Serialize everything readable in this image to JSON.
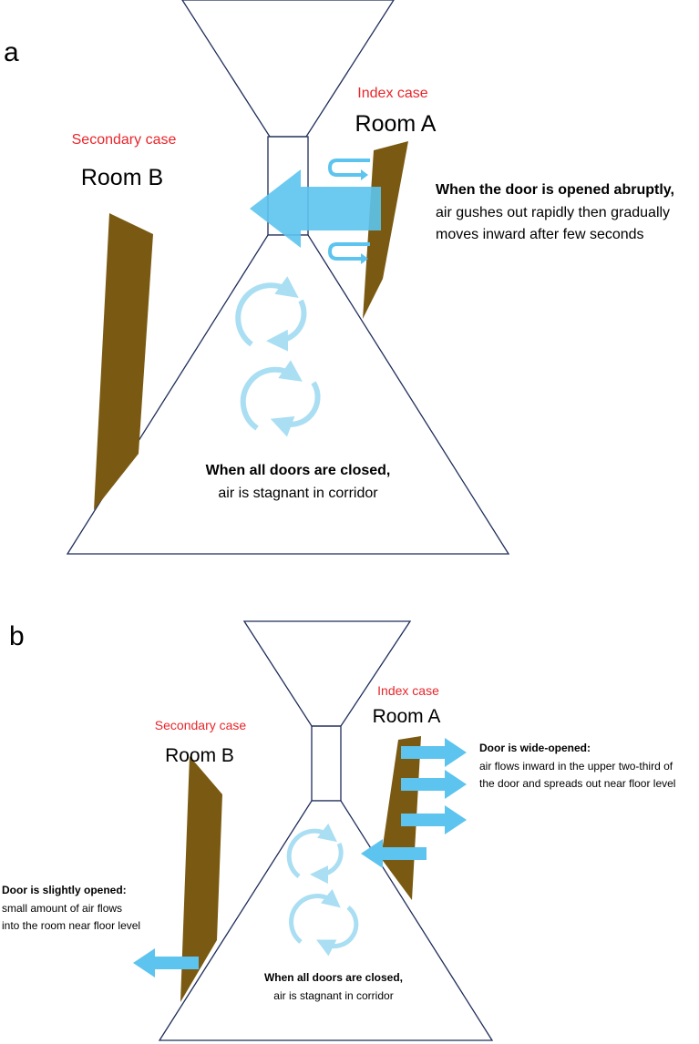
{
  "panel_a": {
    "letter": "a",
    "index_case": "Index case",
    "room_a": "Room A",
    "secondary_case": "Secondary case",
    "room_b": "Room B",
    "door_note": {
      "bold": "When the door is opened abruptly,",
      "line1": "air gushes out rapidly then gradually",
      "line2": "moves inward after few seconds"
    },
    "corridor_note": {
      "bold": "When all doors are closed,",
      "line1": "air is stagnant in corridor"
    }
  },
  "panel_b": {
    "letter": "b",
    "index_case": "Index case",
    "room_a": "Room A",
    "secondary_case": "Secondary case",
    "room_b": "Room B",
    "door_a_note": {
      "bold": "Door is wide-opened:",
      "line1": "air flows inward in the upper two-third of",
      "line2": "the door and spreads out near floor level"
    },
    "door_b_note": {
      "bold": "Door is slightly opened:",
      "line1": "small amount of air flows",
      "line2": "into the room near floor level"
    },
    "corridor_note": {
      "bold": "When all doors are closed,",
      "line1": "air is stagnant in corridor"
    }
  },
  "colors": {
    "outline": "#1f2d5a",
    "door": "#7a5a12",
    "arrow": "#5cc4ee",
    "arrow_light": "#a9def3",
    "red_label": "#e8262b"
  }
}
